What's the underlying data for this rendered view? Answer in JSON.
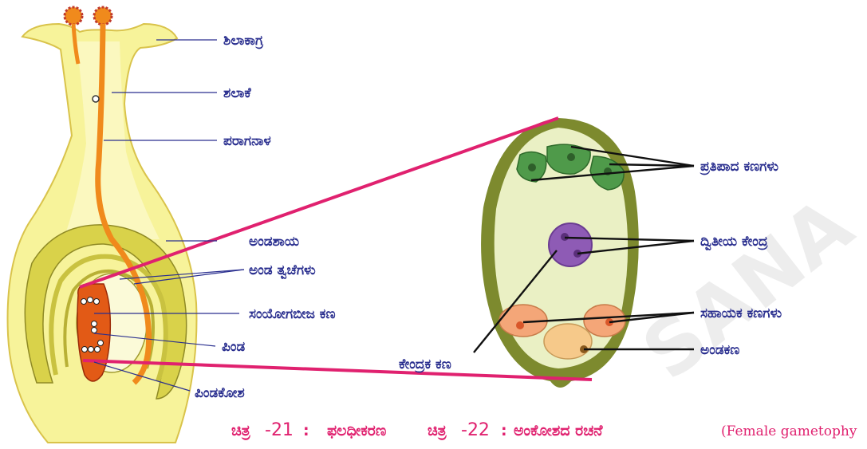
{
  "watermark": "SANA",
  "left_labels": {
    "stigma": "ಶಿಲಾಕಾಗ್ರ",
    "style": "ಶಲಾಕೆ",
    "pollen_tube": "ಪರಾಗನಾಳ",
    "ovary": "ಅಂಡಶಾಯ",
    "integuments": "ಅಂಡ ತ್ವಚೆಗಳು",
    "zygote": "ಸಂಯೋಗಬೀಜ ಕಣ",
    "nucellus": "ಪಿಂಡ",
    "embryo_sac_sheath": "ಪಿಂಡಕೋಶ"
  },
  "right_labels": {
    "antipodal_cells": "ಪ್ರತಿಪಾದ ಕಣಗಳು",
    "secondary_nucleus": "ದ್ವಿತೀಯ ಕೇಂದ್ರ",
    "synergids": "ಸಹಾಯಕ ಕಣಗಳು",
    "egg_cell": "ಅಂಡಕಣ",
    "nucleus": "ಕೇಂದ್ರಕ ಕಣ"
  },
  "caption": {
    "fig21_prefix": "ಚಿತ್ರ",
    "fig21_num": "-21",
    "fig21_colon": ":",
    "fig21_title": "ಫಲಧೀಕರಣ",
    "fig22_prefix": "ಚಿತ್ರ",
    "fig22_num": "-22",
    "fig22_colon": ":",
    "fig22_title": "ಅಂಕೋಶದ ರಚನೆ",
    "fig22_english": "(Female gametophy"
  },
  "colors": {
    "label_text": "#2a2f8f",
    "caption": "#e0216f",
    "pink_line": "#e0216f",
    "pistil_fill": "#f7f39a",
    "pollen_tube": "#f08a1c",
    "sac_border": "#6f7a25",
    "sac_inner": "#eaf0c4",
    "antipodal": "#4f9a4a",
    "secondary_nucleus": "#8e5bb5",
    "synergid": "#f4a678",
    "egg": "#f6c98a"
  }
}
